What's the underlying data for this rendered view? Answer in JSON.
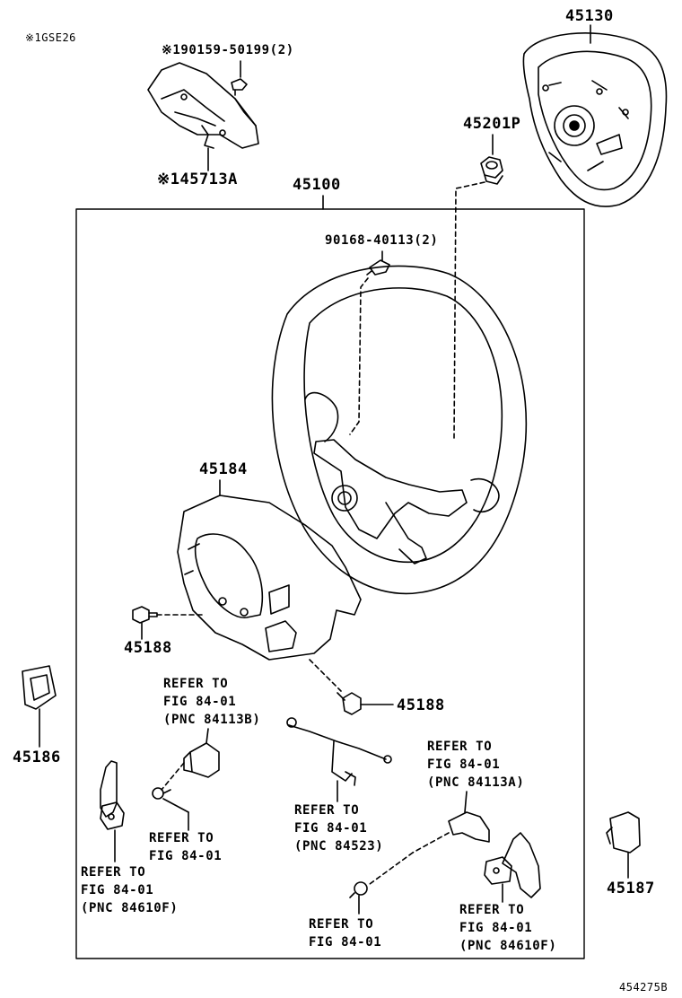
{
  "header_note": "※1GSE26",
  "drawing_number": "454275B",
  "parts": {
    "p45130": "45130",
    "p45201P": "45201P",
    "p45100": "45100",
    "p90159": "※190159-50199(2)",
    "p45713A": "※145713A",
    "p90168": "90168-40113(2)",
    "p45184": "45184",
    "p45188_left": "45188",
    "p45188_right": "45188",
    "p45186": "45186",
    "p45187": "45187"
  },
  "refs": {
    "ref_84113B": [
      "REFER TO",
      "FIG 84-01",
      "(PNC 84113B)"
    ],
    "ref_fig_a": [
      "REFER TO",
      "FIG 84-01"
    ],
    "ref_84523": [
      "REFER TO",
      "FIG 84-01",
      "(PNC 84523)"
    ],
    "ref_84113A": [
      "REFER TO",
      "FIG 84-01",
      "(PNC 84113A)"
    ],
    "ref_84610F_left": [
      "REFER TO",
      "FIG 84-01",
      "(PNC 84610F)"
    ],
    "ref_fig_b": [
      "REFER TO",
      "FIG 84-01"
    ],
    "ref_84610F_right": [
      "REFER TO",
      "FIG 84-01",
      "(PNC 84610F)"
    ]
  }
}
